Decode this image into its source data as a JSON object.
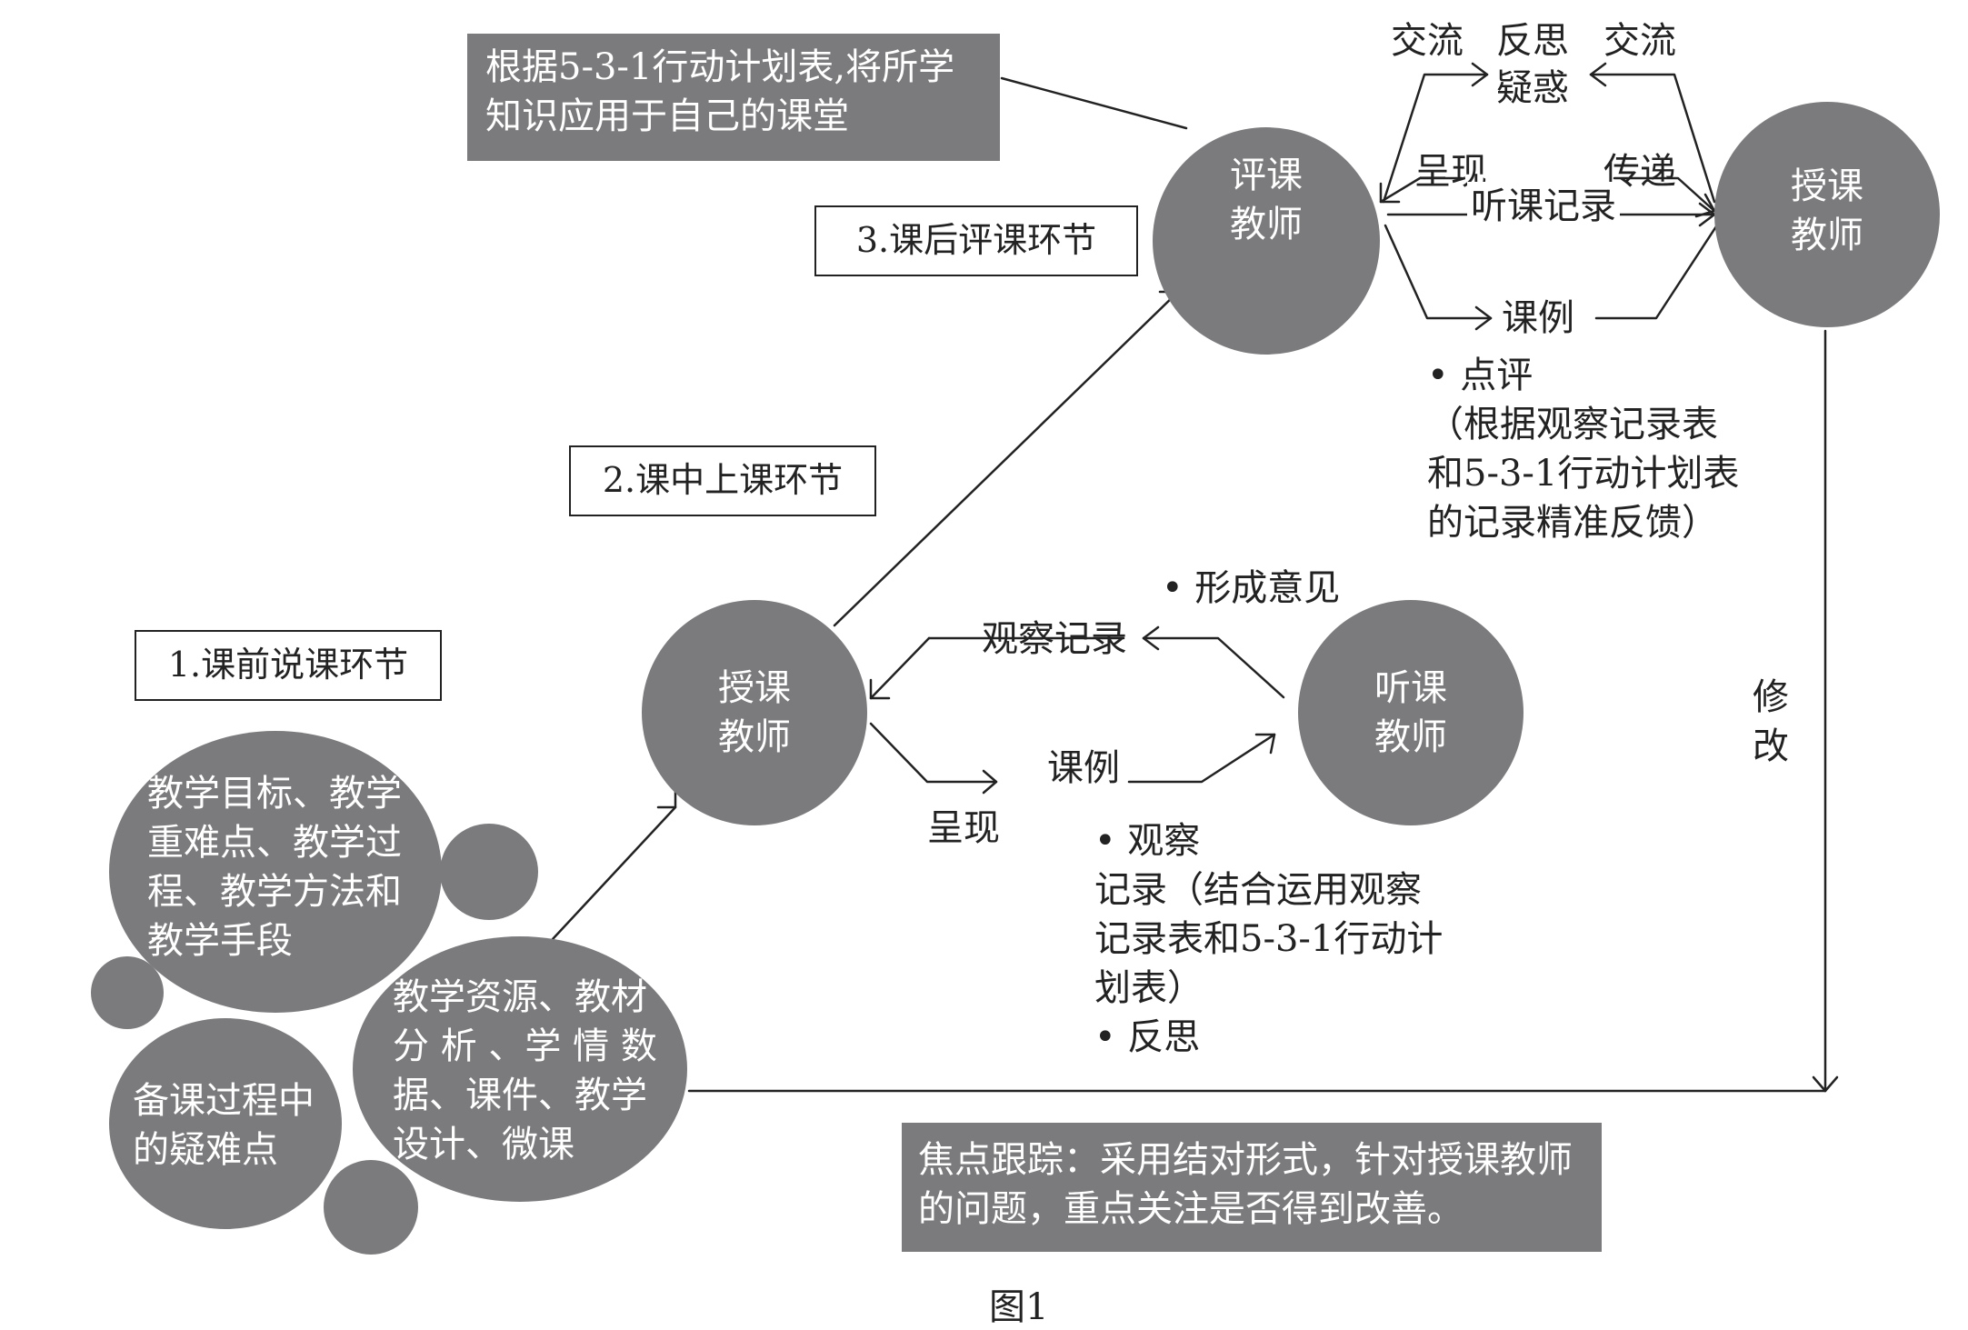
{
  "stages": {
    "pre": "1.课前说课环节",
    "during": "2.课中上课环节",
    "post": "3.课后评课环节"
  },
  "notes": {
    "plan": "根据5-3-1行动计划表,将所学\n知识应用于自己的课堂",
    "focus": "焦点跟踪：采用结对形式，针对授课教师\n的问题，重点关注是否得到改善。"
  },
  "roles": {
    "teacher_middle": "授课\n教师",
    "observer": "听课\n教师",
    "reviewer": "评课\n教师",
    "teacher_right": "授课\n教师"
  },
  "prep_bubbles": {
    "goals": "教学目标、教学\n重难点、教学过\n程、教学方法和\n教学手段",
    "resources": "教学资源、教材\n分 析 、学 情 数\n据、课件、教学\n设计、微课",
    "difficulties": "备课过程中\n的疑难点"
  },
  "observation_loop": {
    "observe_record": "观察记录",
    "lesson_case": "课例",
    "present": "呈现",
    "form_opinion": "• 形成意见",
    "observer_notes": "• 观察\n记录（结合运用观察\n记录表和5-3-1行动计\n划表）\n• 反思"
  },
  "review_loop": {
    "exchange_left": "交流",
    "reflect": "反思",
    "exchange_right": "交流",
    "doubt": "疑惑",
    "present": "呈现",
    "deliver": "传递",
    "lesson_record": "听课记录",
    "lesson_case": "课例",
    "comment": "• 点评\n（根据观察记录表\n和5-3-1行动计划表\n的记录精准反馈）"
  },
  "revise": "修\n改",
  "caption": "图1",
  "colors": {
    "fill": "#7b7b7d",
    "text_on_fill": "#ffffff",
    "line": "#222222"
  }
}
